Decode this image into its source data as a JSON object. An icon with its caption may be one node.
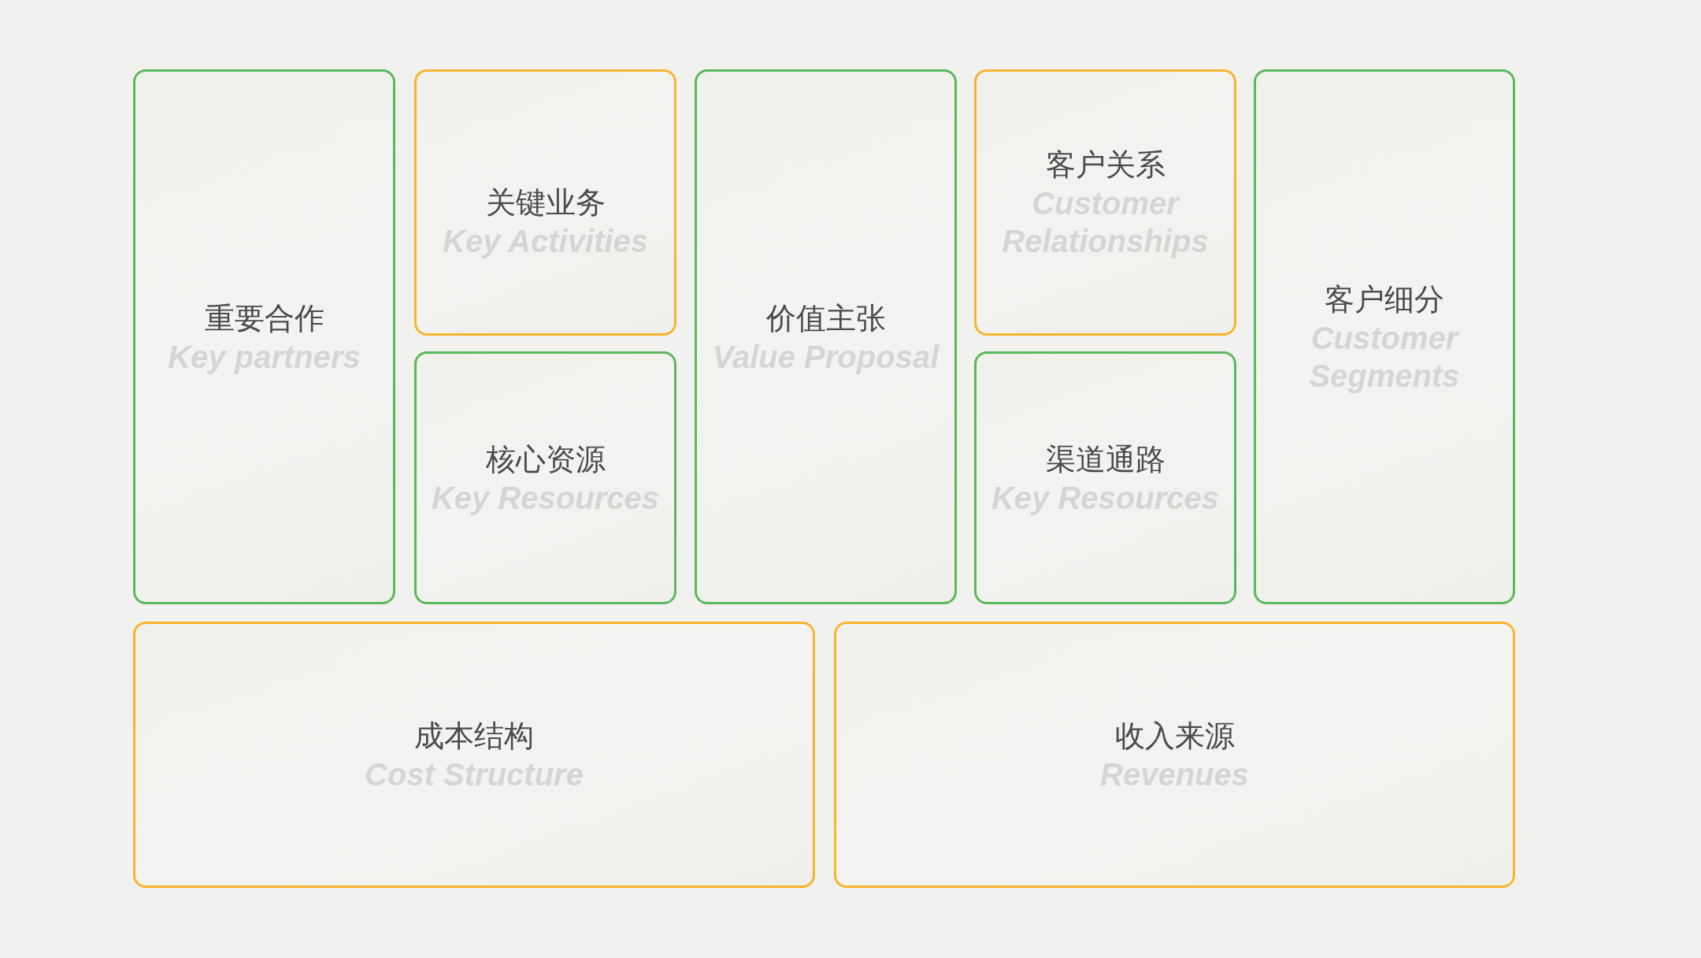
{
  "diagram": {
    "nodes": [
      {
        "text": [
          "重要合作",
          "Key partners"
        ]
      },
      {
        "text": [
          "关键业务",
          "Key Activities"
        ]
      },
      {
        "text": [
          "核心资源",
          "Key Resources"
        ]
      },
      {
        "text": [
          "价值主张",
          "Value Proposal"
        ]
      },
      {
        "text": [
          "客户关系",
          "Customer Relationships"
        ]
      },
      {
        "text": [
          "渠道通路",
          "Key Resources"
        ]
      },
      {
        "text": [
          "客户细分",
          "Customer Segments"
        ]
      },
      {
        "text": [
          "成本结构",
          "Cost Structure"
        ]
      },
      {
        "text": [
          "收入来源",
          "Revenues"
        ]
      }
    ]
  }
}
